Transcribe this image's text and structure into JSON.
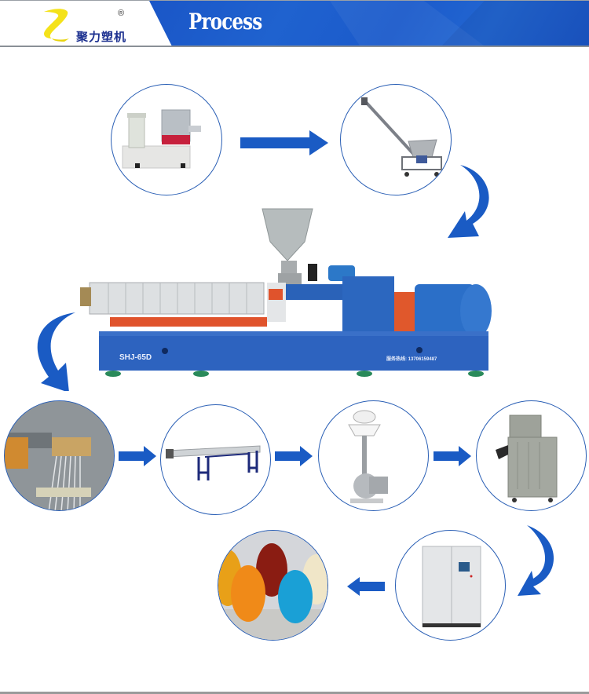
{
  "header": {
    "brand_name": "聚力塑机",
    "registered_mark": "®",
    "title": "Process",
    "colors": {
      "banner_blue": "#1b5acb",
      "logo_yellow": "#f5e31a",
      "brand_text": "#1b2f8f"
    }
  },
  "process_steps": [
    {
      "order": 1,
      "name": "high-speed-mixer",
      "icon": "mixer-machine"
    },
    {
      "order": 2,
      "name": "screw-loader",
      "icon": "screw-feeder"
    },
    {
      "order": 3,
      "name": "twin-screw-extruder",
      "icon": "extruder-machine"
    },
    {
      "order": 4,
      "name": "strand-die-head",
      "icon": "die-head-strands"
    },
    {
      "order": 5,
      "name": "water-cooling-trough",
      "icon": "cooling-trough"
    },
    {
      "order": 6,
      "name": "air-knife-blower",
      "icon": "blower"
    },
    {
      "order": 7,
      "name": "pelletizer",
      "icon": "pelletizer"
    },
    {
      "order": 8,
      "name": "control-cabinet",
      "icon": "electric-cabinet"
    },
    {
      "order": 9,
      "name": "final-pellets",
      "icon": "colored-pellets"
    }
  ],
  "machine": {
    "model_label": "SHJ-65D",
    "service_label": "服务热线: 13706159487"
  },
  "arrow_color": "#1a5bc4",
  "circle_border_color": "#2a5fb5"
}
